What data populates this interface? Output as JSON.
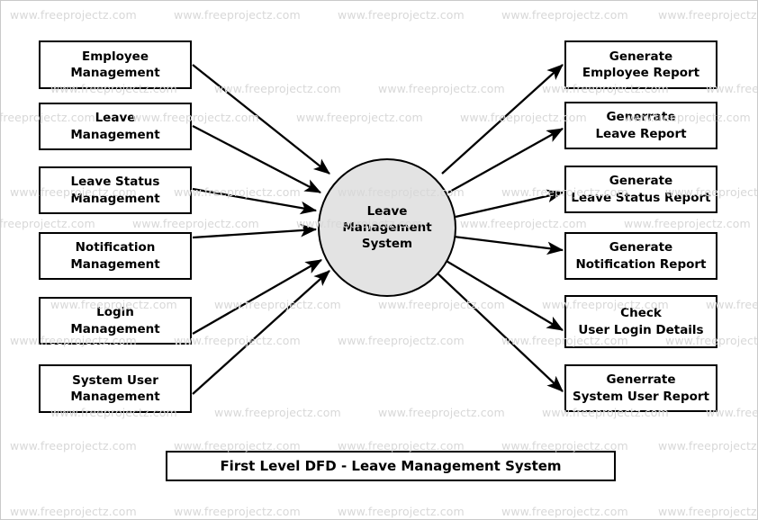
{
  "diagram": {
    "type": "data-flow-diagram",
    "caption": "First Level DFD - Leave Management System",
    "central_process": {
      "label": "Leave\nManagement\nSystem",
      "shape": "circle",
      "fill": "#e3e3e3",
      "stroke": "#000000"
    },
    "inputs": [
      {
        "label": "Employee\nManagement"
      },
      {
        "label": "Leave\nManagement"
      },
      {
        "label": "Leave Status\nManagement"
      },
      {
        "label": "Notification\nManagement"
      },
      {
        "label": "Login\nManagement"
      },
      {
        "label": "System User\nManagement"
      }
    ],
    "outputs": [
      {
        "label": "Generate\nEmployee Report"
      },
      {
        "label": "Generrate\nLeave Report"
      },
      {
        "label": "Generate\nLeave Status Report"
      },
      {
        "label": "Generate\nNotification Report"
      },
      {
        "label": "Check\nUser Login Details"
      },
      {
        "label": "Generrate\nSystem User Report"
      }
    ]
  },
  "watermark": {
    "text": "www.freeprojectz.com",
    "color": "#d8d8d8"
  }
}
